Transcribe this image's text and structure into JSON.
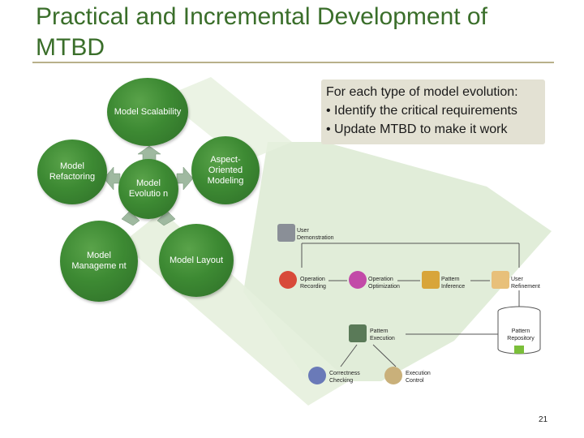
{
  "slide": {
    "title_line1": "Practical and Incremental Development of",
    "title_line2": "MTBD",
    "page_number": "21"
  },
  "callout": {
    "heading": "For each type of model evolution:",
    "bullet1": "• Identify the critical requirements",
    "bullet2": "• Update MTBD to make it work"
  },
  "circles": {
    "scalability": "Model Scalability",
    "refactoring": "Model Refactoring",
    "evolution": "Model Evolutio n",
    "aspect": "Aspect-Oriented Modeling",
    "management": "Model Manageme nt",
    "layout": "Model Layout"
  },
  "workflow": {
    "user_demo": "User Demonstration",
    "op_record": "Operation Recording",
    "op_opt": "Operation Optimization",
    "pattern_inf": "Pattern Inference",
    "user_ref": "User Refinement",
    "pattern_exec": "Pattern Execution",
    "pattern_repo": "Pattern Repository",
    "correctness": "Correctness Checking",
    "exec_control": "Execution Control"
  },
  "colors": {
    "title": "#3a6e2a",
    "circle": "#3d8a33",
    "arrow": "#d9e8cf",
    "callout_bg": "#e3e1d3"
  }
}
